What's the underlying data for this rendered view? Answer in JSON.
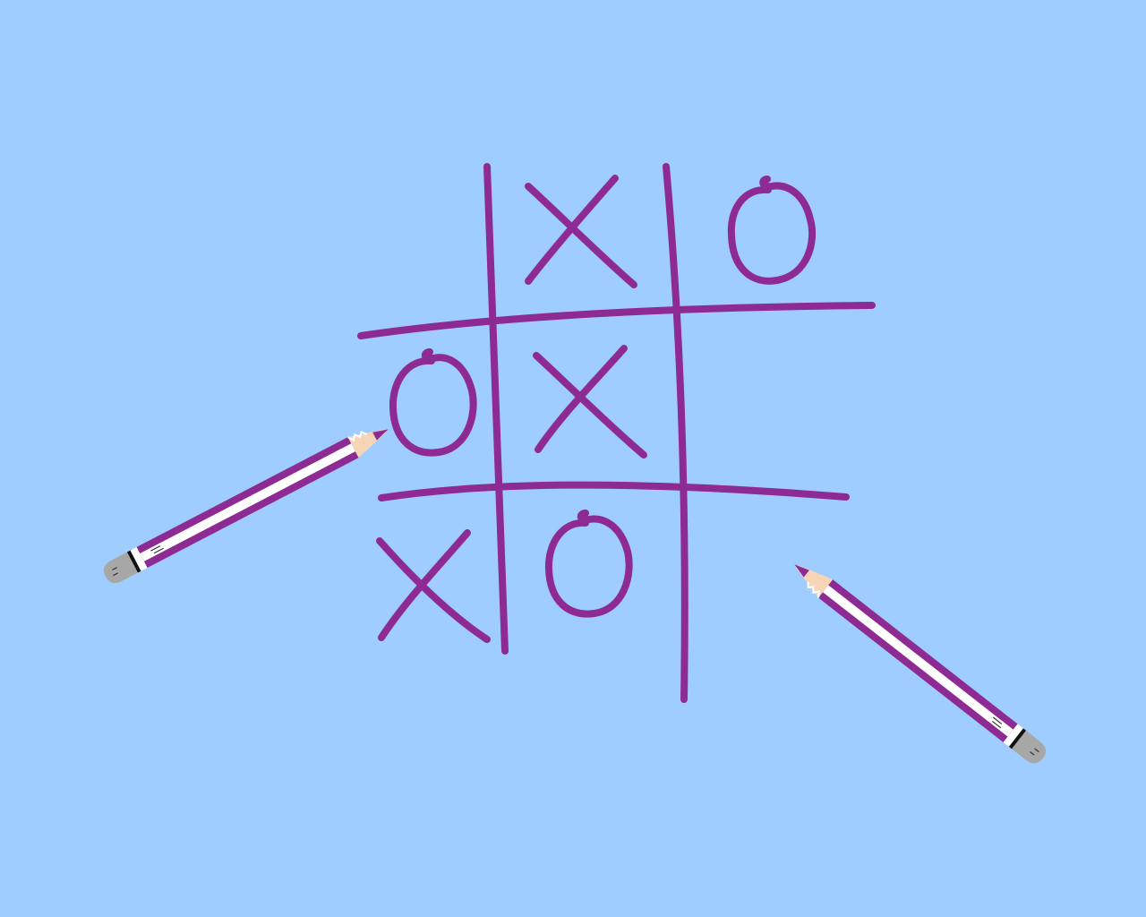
{
  "colors": {
    "background": "#a0cdff",
    "ink": "#8e2a93",
    "pencil_body": "#8e2a93",
    "pencil_stripe": "#ffffff",
    "pencil_wood": "#f5d5b5",
    "pencil_eraser": "#a7a7a7"
  },
  "board": {
    "cells": [
      [
        "",
        "X",
        "O"
      ],
      [
        "O",
        "X",
        ""
      ],
      [
        "X",
        "O",
        ""
      ]
    ],
    "empty_cells": 3
  },
  "icons": {
    "pencil_left": "pencil-icon",
    "pencil_right": "pencil-icon"
  }
}
